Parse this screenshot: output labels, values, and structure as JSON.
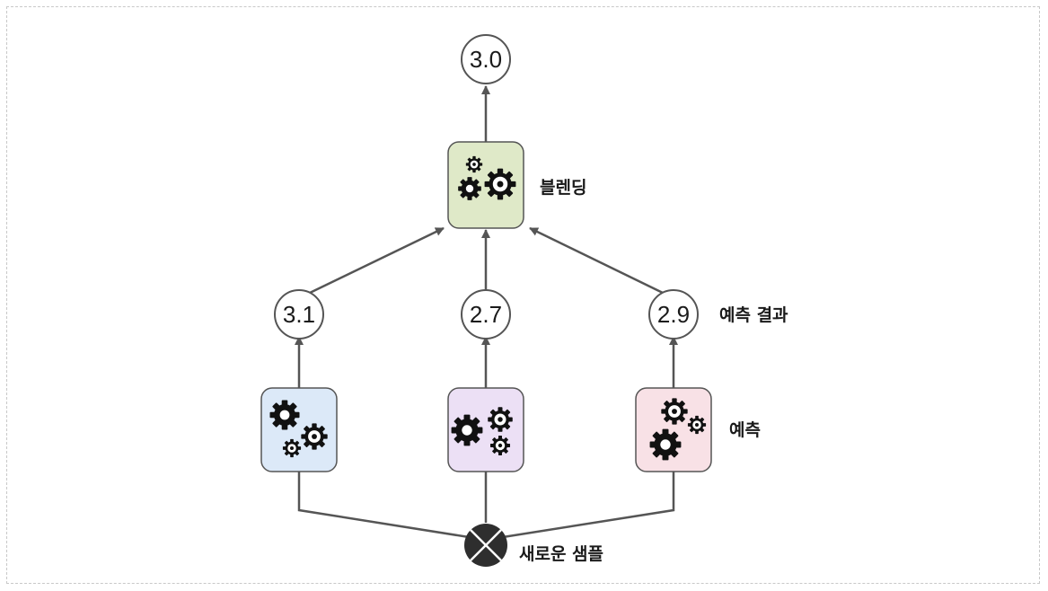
{
  "diagram": {
    "final_prediction": "3.0",
    "blender_label": "블렌딩",
    "predictions": [
      "3.1",
      "2.7",
      "2.9"
    ],
    "predictions_label": "예측 결과",
    "predictors_label": "예측",
    "input_label": "새로운 샘플",
    "colors": {
      "blender": "#dfe9c8",
      "predictor_1": "#dce9f8",
      "predictor_2": "#ece0f5",
      "predictor_3": "#f8e1e6",
      "arrow": "#555555",
      "node_border": "#555555"
    },
    "icons": {
      "blender": "gears-icon",
      "predictor": "gears-icon",
      "input": "sample-x-icon"
    }
  }
}
